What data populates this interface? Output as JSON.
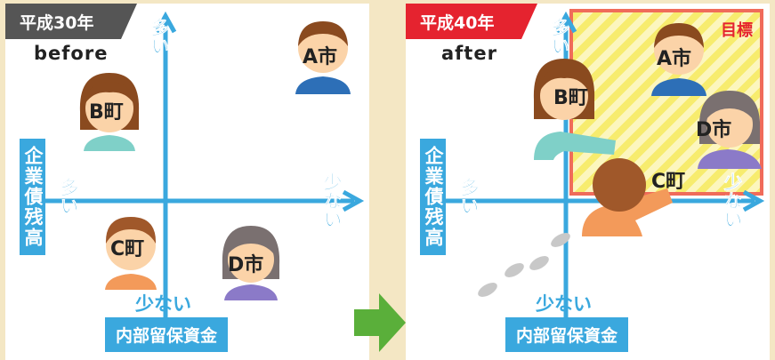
{
  "before": {
    "tag": "平成30年",
    "subtitle": "before",
    "y_top": "多い",
    "y_bottom": "少ない",
    "x_left": "多い",
    "x_right": "少ない",
    "y_axis_title": "企業債残高",
    "x_axis_title": "内部留保資金",
    "people": {
      "a": "A市",
      "b": "B町",
      "c": "C町",
      "d": "D市"
    }
  },
  "after": {
    "tag": "平成40年",
    "subtitle": "after",
    "goal": "目標",
    "y_top": "多い",
    "y_bottom": "少ない",
    "x_left": "多い",
    "x_right": "少ない",
    "y_axis_title": "企業債残高",
    "x_axis_title": "内部留保資金",
    "people": {
      "a": "A市",
      "b": "B町",
      "c": "C町",
      "d": "D市"
    }
  },
  "colors": {
    "axis": "#3aa8de",
    "goal_border": "#f06b5a",
    "goal_fill": "#f7ec6e",
    "tag_before": "#555555",
    "tag_after": "#e5232f",
    "arrow": "#5aaf3a"
  }
}
